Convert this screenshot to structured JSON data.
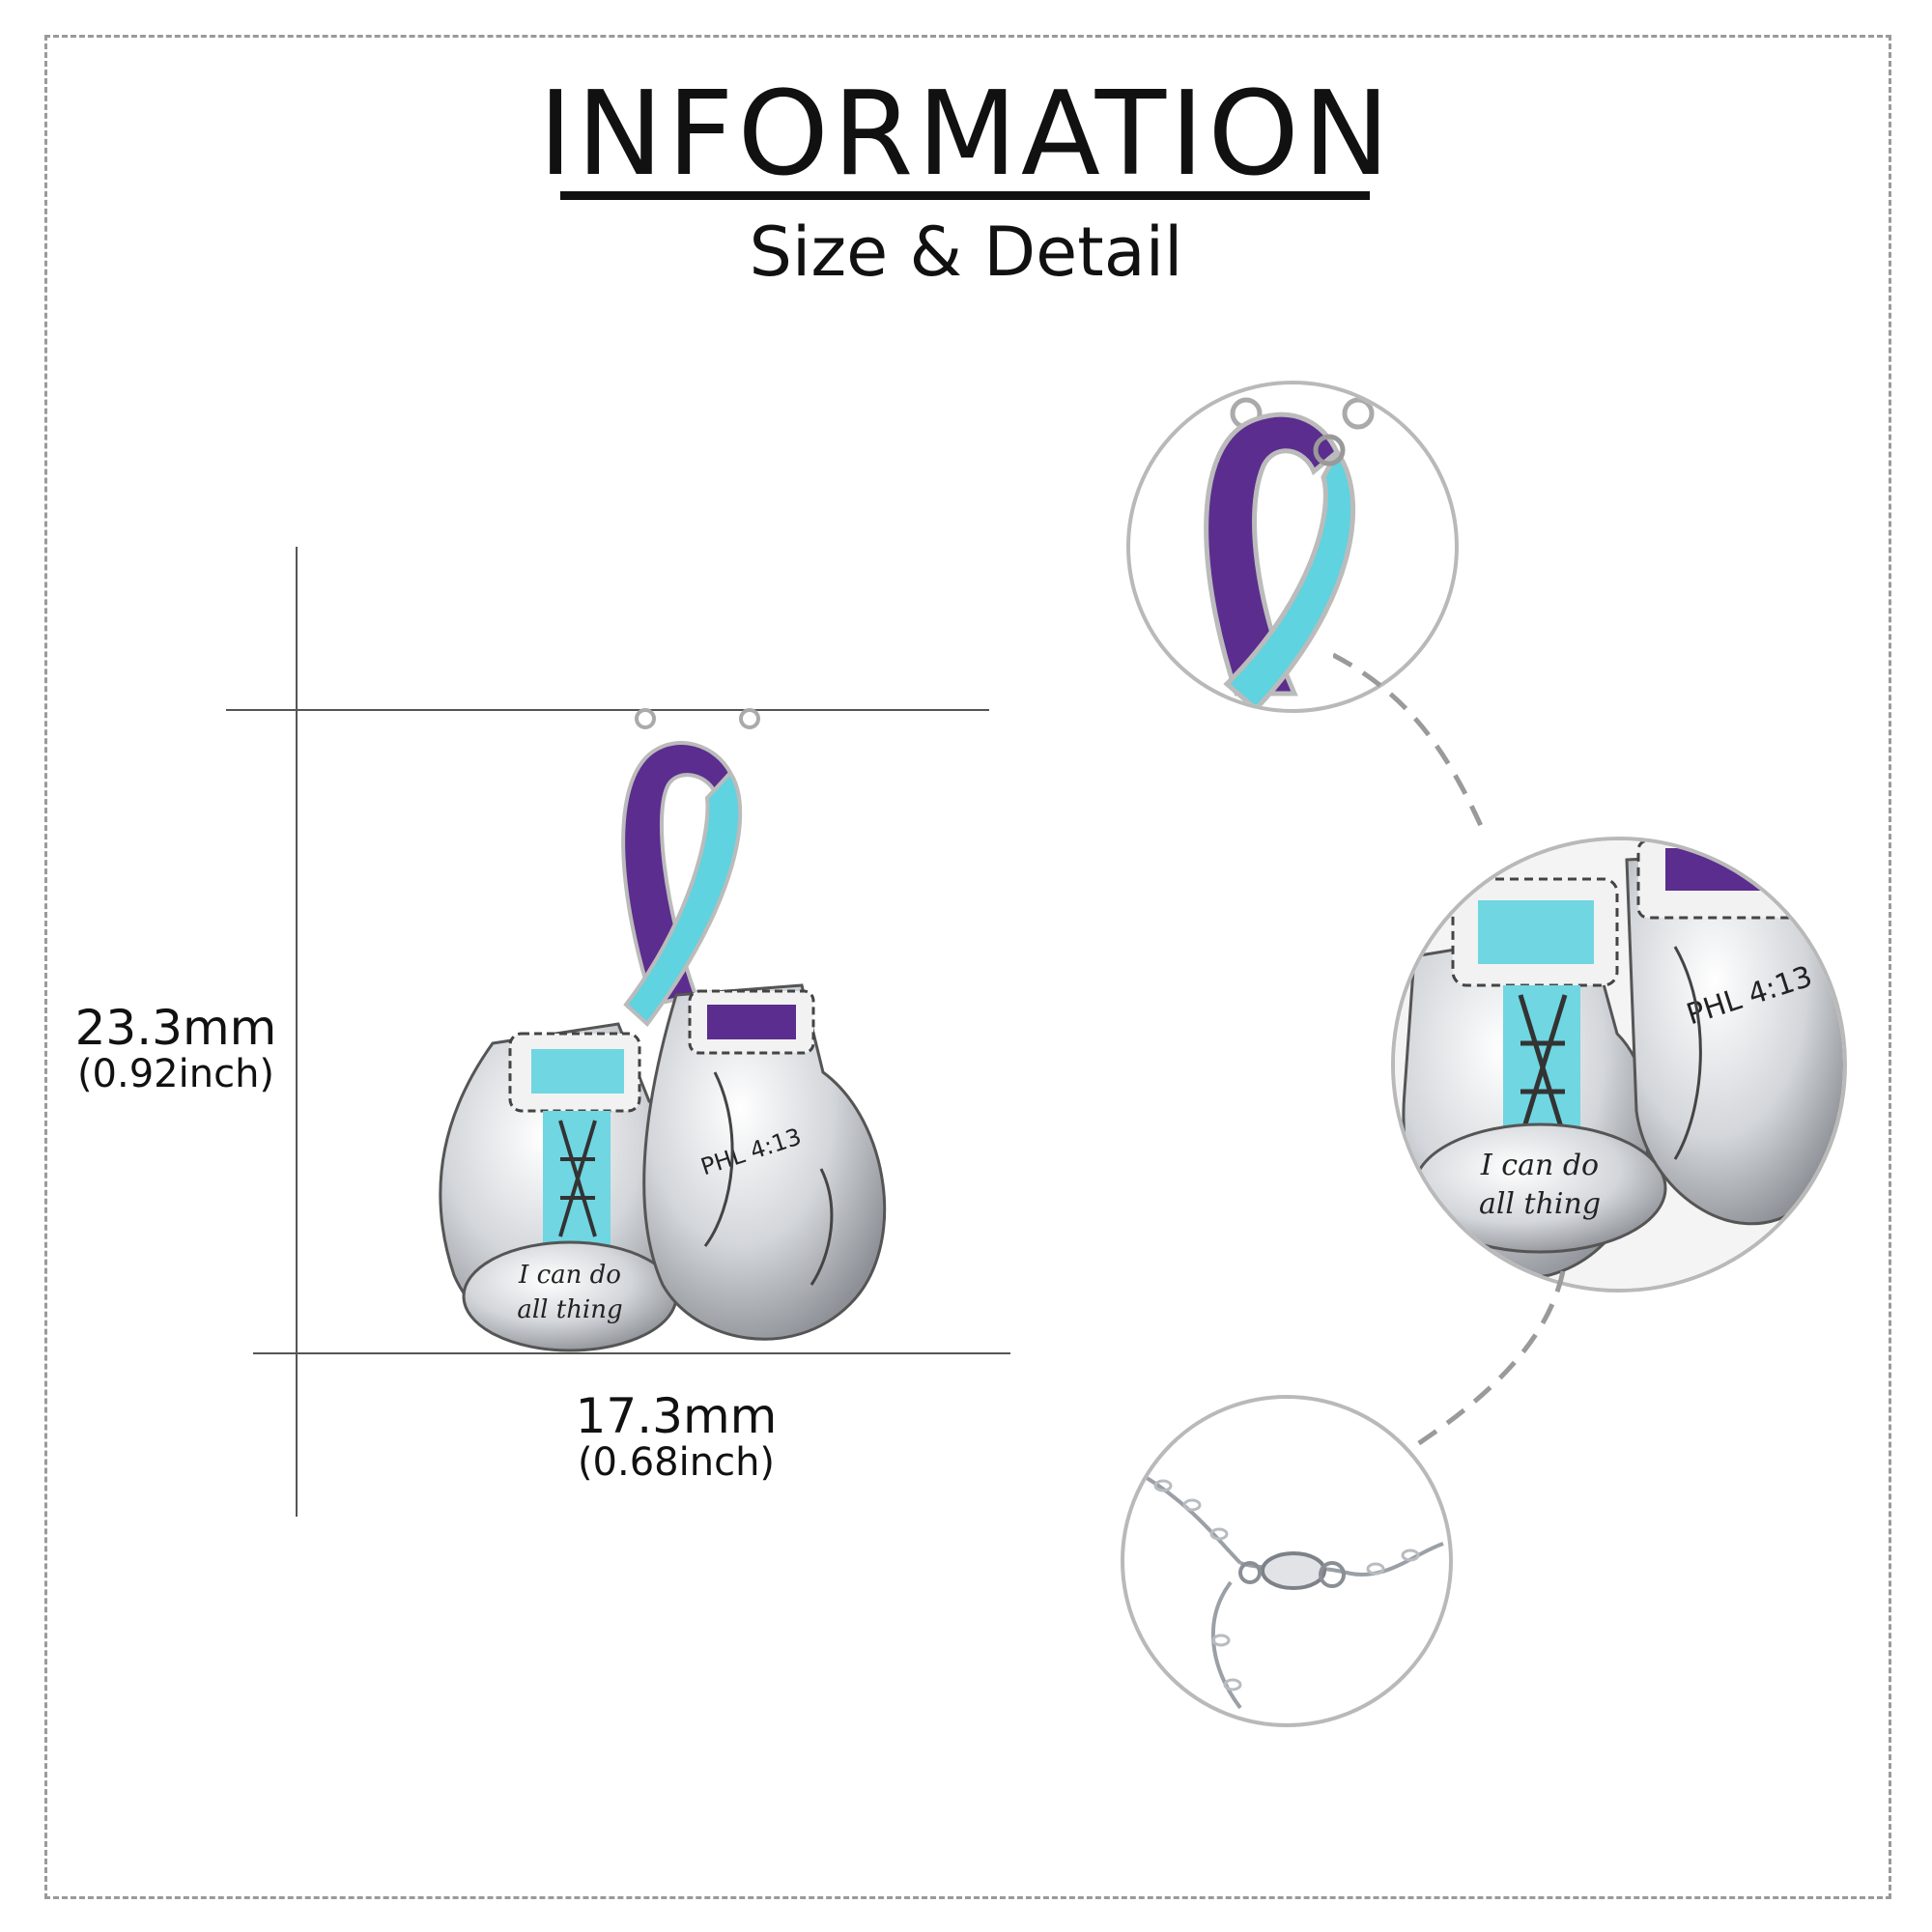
{
  "header": {
    "title": "INFORMATION",
    "subtitle": "Size & Detail"
  },
  "dimensions": {
    "height": {
      "metric": "23.3mm",
      "imperial": "(0.92inch)"
    },
    "width": {
      "metric": "17.3mm",
      "imperial": "(0.68inch)"
    }
  },
  "product": {
    "engraving_left": [
      "I can do",
      "all thing"
    ],
    "engraving_right": "PHL 4:13"
  },
  "colors": {
    "ribbon_purple": "#5b2d8e",
    "ribbon_teal": "#5fd3df",
    "silver": "#c9ccd1",
    "outline": "#222222",
    "border_dashed": "#9a9a9a"
  }
}
